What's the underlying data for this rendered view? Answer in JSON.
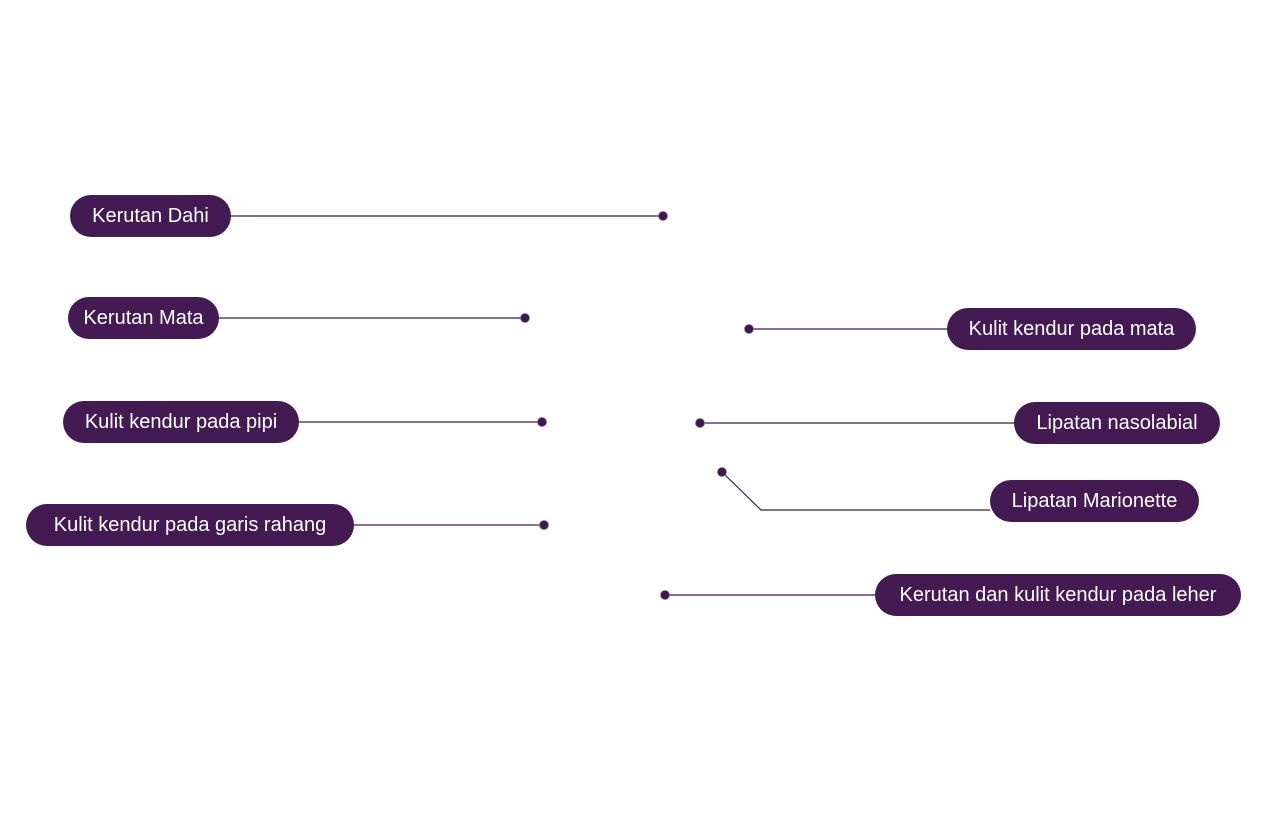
{
  "colors": {
    "pill": "#431a52",
    "line": "#3d1a4d",
    "dot": "#3d1a4d",
    "background": "#ffffff"
  },
  "labels": {
    "forehead": "Kerutan Dahi",
    "eye_wrinkles": "Kerutan Mata",
    "cheek_sagging": "Kulit kendur pada pipi",
    "jawline_sagging": "Kulit kendur pada garis rahang",
    "eye_sagging": "Kulit kendur pada mata",
    "nasolabial": "Lipatan nasolabial",
    "marionette": "Lipatan Marionette",
    "neck": "Kerutan dan kulit kendur pada leher"
  }
}
